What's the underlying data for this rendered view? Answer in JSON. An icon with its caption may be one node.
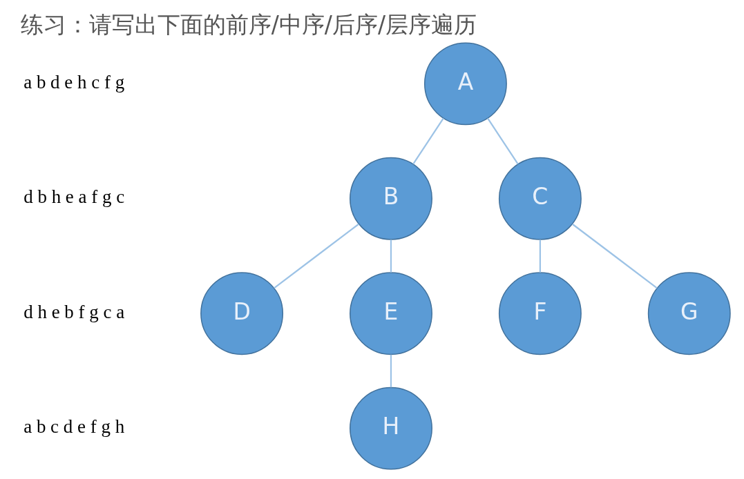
{
  "diagram": {
    "title": "练习：请写出下面的前序/中序/后序/层序遍历",
    "nodes": [
      {
        "text": [
          "A"
        ]
      },
      {
        "text": [
          "B"
        ]
      },
      {
        "text": [
          "C"
        ]
      },
      {
        "text": [
          "D"
        ]
      },
      {
        "text": [
          "E"
        ]
      },
      {
        "text": [
          "F"
        ]
      },
      {
        "text": [
          "G"
        ]
      },
      {
        "text": [
          "H"
        ]
      }
    ],
    "edges": [
      {
        "from": 0,
        "to": 1,
        "arrow": "none"
      },
      {
        "from": 0,
        "to": 2,
        "arrow": "none"
      },
      {
        "from": 1,
        "to": 3,
        "arrow": "none"
      },
      {
        "from": 1,
        "to": 4,
        "arrow": "none"
      },
      {
        "from": 2,
        "to": 5,
        "arrow": "none"
      },
      {
        "from": 2,
        "to": 6,
        "arrow": "none"
      },
      {
        "from": 4,
        "to": 7,
        "arrow": "none"
      }
    ],
    "labels": [
      "a b d e h c f g",
      "d b h e a f g c",
      "d h e b f g c a",
      "a b c d e f g h"
    ]
  }
}
